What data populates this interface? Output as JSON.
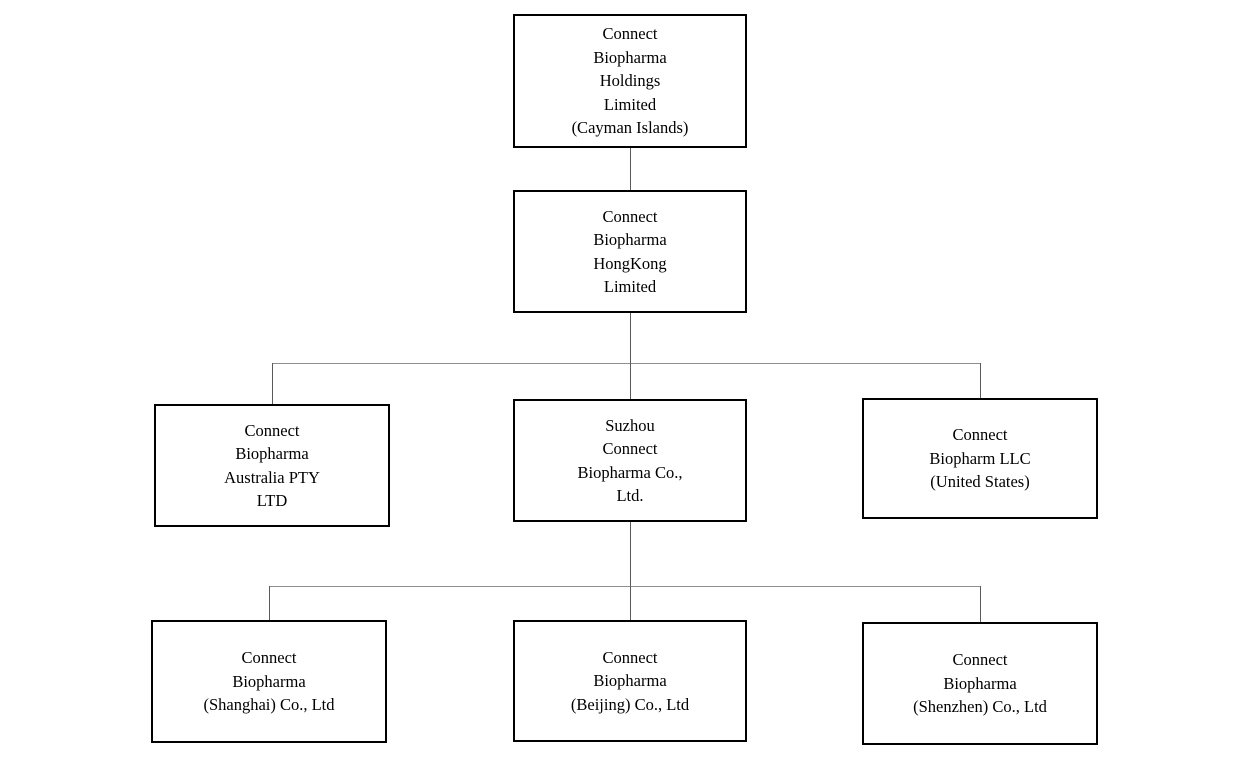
{
  "diagram": {
    "type": "org-chart",
    "description": "Corporate structure chart of Connect Biopharma entities",
    "nodes": {
      "holdings": {
        "label": "Connect\nBiopharma\nHoldings\nLimited\n(Cayman Islands)"
      },
      "hongkong": {
        "label": "Connect\nBiopharma\nHongKong\nLimited"
      },
      "australia": {
        "label": "Connect\nBiopharma\nAustralia PTY\nLTD"
      },
      "suzhou": {
        "label": "Suzhou\nConnect\nBiopharma Co.,\nLtd."
      },
      "us": {
        "label": "Connect\nBiopharm LLC\n(United States)"
      },
      "shanghai": {
        "label": "Connect\nBiopharma\n(Shanghai) Co., Ltd"
      },
      "beijing": {
        "label": "Connect\nBiopharma\n(Beijing) Co., Ltd"
      },
      "shenzhen": {
        "label": "Connect\nBiopharma\n(Shenzhen) Co., Ltd"
      }
    },
    "edges": [
      {
        "from": "holdings",
        "to": "hongkong"
      },
      {
        "from": "hongkong",
        "to": "australia"
      },
      {
        "from": "hongkong",
        "to": "suzhou"
      },
      {
        "from": "hongkong",
        "to": "us"
      },
      {
        "from": "suzhou",
        "to": "shanghai"
      },
      {
        "from": "suzhou",
        "to": "beijing"
      },
      {
        "from": "suzhou",
        "to": "shenzhen"
      }
    ],
    "colors": {
      "background": "#ffffff",
      "box_border": "#000000",
      "text": "#000000",
      "connector_vertical": "#5a5a5a",
      "connector_horizontal": "#8f8f8f"
    }
  }
}
